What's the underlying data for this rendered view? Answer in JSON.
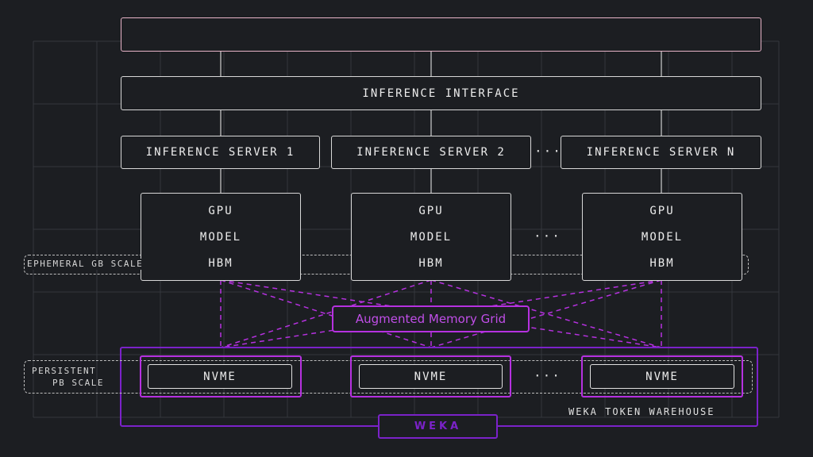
{
  "top_bar": {
    "label": ""
  },
  "interface": {
    "label": "INFERENCE INTERFACE"
  },
  "servers": [
    {
      "label": "INFERENCE SERVER 1"
    },
    {
      "label": "INFERENCE SERVER 2"
    },
    {
      "label": "INFERENCE SERVER N"
    }
  ],
  "gpu_nodes": [
    {
      "gpu": "GPU",
      "model": "MODEL",
      "hbm": "HBM"
    },
    {
      "gpu": "GPU",
      "model": "MODEL",
      "hbm": "HBM"
    },
    {
      "gpu": "GPU",
      "model": "MODEL",
      "hbm": "HBM"
    }
  ],
  "ellipsis": "···",
  "bands": {
    "ephemeral": "EPHEMERAL GB SCALE",
    "persistent_line1": "PERSISTENT",
    "persistent_line2": "PB SCALE"
  },
  "memory_grid": {
    "label": "Augmented Memory Grid"
  },
  "nvme": [
    {
      "label": "NVME"
    },
    {
      "label": "NVME"
    },
    {
      "label": "NVME"
    }
  ],
  "warehouse": {
    "label": "WEKA TOKEN WAREHOUSE"
  },
  "brand": {
    "label": "WEKA"
  },
  "colors": {
    "background": "#1c1e22",
    "grid": "#34373c",
    "stroke": "#d8d8d8",
    "top_bar_border": "#e8b4c8",
    "accent_purple": "#b631e0",
    "brand_purple": "#7b22c9"
  }
}
